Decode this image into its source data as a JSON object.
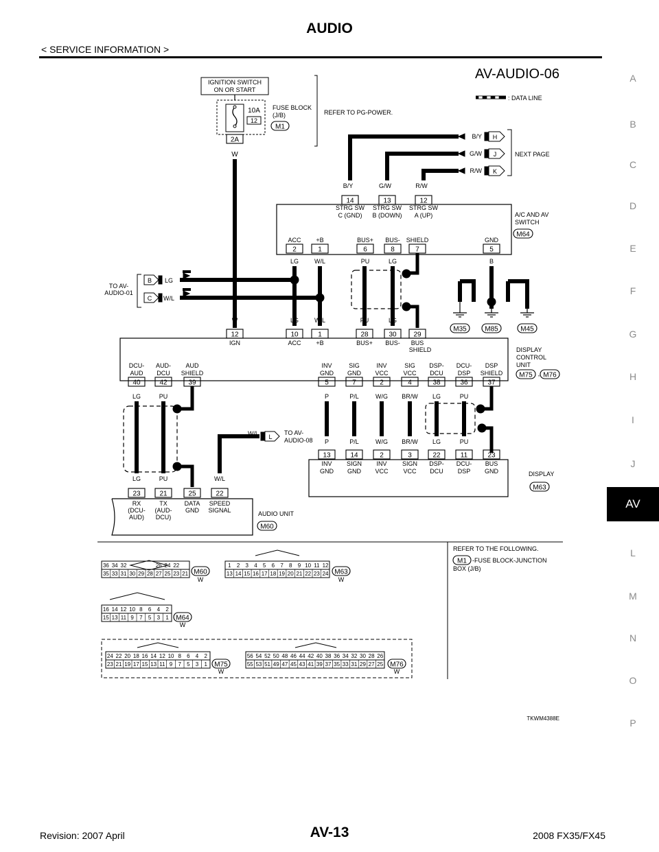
{
  "header": {
    "title": "AUDIO",
    "section": "< SERVICE INFORMATION >"
  },
  "side_index": [
    "A",
    "B",
    "C",
    "D",
    "E",
    "F",
    "G",
    "H",
    "I",
    "J",
    "AV",
    "L",
    "M",
    "N",
    "O",
    "P"
  ],
  "footer": {
    "revision": "Revision: 2007 April",
    "page": "AV-13",
    "model": "2008 FX35/FX45"
  },
  "diagram": {
    "id": "AV-AUDIO-06",
    "legend_data_line": ": DATA LINE",
    "ignition_switch": [
      "IGNITION SWITCH",
      "ON OR START"
    ],
    "fuse": {
      "amp": "10A",
      "no": "12",
      "block": [
        "FUSE BLOCK",
        "(J/B)"
      ],
      "connector": "M1",
      "terminal": "2A",
      "wire": "W",
      "refer": "REFER TO PG-POWER."
    },
    "next_page": {
      "label": "NEXT PAGE",
      "rows": [
        {
          "color": "B/Y",
          "pin": "H"
        },
        {
          "color": "G/W",
          "pin": "J"
        },
        {
          "color": "R/W",
          "pin": "K"
        }
      ]
    },
    "av_switch": {
      "name": [
        "A/C AND AV",
        "SWITCH"
      ],
      "connector": "M64",
      "top_pins": [
        {
          "color": "B/Y",
          "pin": "14",
          "l1": "STRG SW",
          "l2": "C (GND)"
        },
        {
          "color": "G/W",
          "pin": "13",
          "l1": "STRG SW",
          "l2": "B (DOWN)"
        },
        {
          "color": "R/W",
          "pin": "12",
          "l1": "STRG SW",
          "l2": "A (UP)"
        }
      ],
      "bottom_pins": [
        {
          "label": "ACC",
          "pin": "2",
          "color": "LG"
        },
        {
          "label": "+B",
          "pin": "1",
          "color": "W/L"
        },
        {
          "label": "BUS+",
          "pin": "6",
          "color": "PU"
        },
        {
          "label": "BUS-",
          "pin": "8",
          "color": "LG"
        },
        {
          "label": "SHIELD",
          "pin": "7",
          "color": ""
        },
        {
          "label": "GND",
          "pin": "5",
          "color": "B"
        }
      ]
    },
    "to_av_audio_01": {
      "label": [
        "TO AV-",
        "AUDIO-01"
      ],
      "rows": [
        {
          "pin": "B",
          "color": "LG"
        },
        {
          "pin": "C",
          "color": "W/L"
        }
      ]
    },
    "grounds": {
      "wires": [
        "B",
        "B",
        "B",
        "B",
        "B"
      ],
      "points": [
        "M35",
        "M85",
        "M45"
      ]
    },
    "display_control": {
      "name": [
        "DISPLAY",
        "CONTROL",
        "UNIT"
      ],
      "connectors": [
        "M75",
        "M76"
      ],
      "sep": ",",
      "top_pins": [
        {
          "color": "W",
          "pin": "12",
          "label": "IGN"
        },
        {
          "color": "LG",
          "pin": "10",
          "label": "ACC"
        },
        {
          "color": "W/L",
          "pin": "1",
          "label": "+B"
        },
        {
          "color": "PU",
          "pin": "28",
          "label": "BUS+"
        },
        {
          "color": "LG",
          "pin": "30",
          "label": "BUS-"
        },
        {
          "color": "",
          "pin": "29",
          "label": "BUS",
          "label2": "SHIELD"
        }
      ],
      "bottom_left": [
        {
          "l1": "DCU-",
          "l2": "AUD",
          "pin": "40",
          "color": "LG"
        },
        {
          "l1": "AUD-",
          "l2": "DCU",
          "pin": "42",
          "color": "PU"
        },
        {
          "l1": "AUD",
          "l2": "SHIELD",
          "pin": "39",
          "color": ""
        }
      ],
      "bottom_right": [
        {
          "l1": "INV",
          "l2": "GND",
          "pin": "5",
          "color": "P"
        },
        {
          "l1": "SIG",
          "l2": "GND",
          "pin": "7",
          "color": "P/L"
        },
        {
          "l1": "INV",
          "l2": "VCC",
          "pin": "2",
          "color": "W/G"
        },
        {
          "l1": "SIG",
          "l2": "VCC",
          "pin": "4",
          "color": "BR/W"
        },
        {
          "l1": "DSP-",
          "l2": "DCU",
          "pin": "38",
          "color": "LG"
        },
        {
          "l1": "DCU-",
          "l2": "DSP",
          "pin": "36",
          "color": "PU"
        },
        {
          "l1": "DSP",
          "l2": "SHIELD",
          "pin": "37",
          "color": ""
        }
      ]
    },
    "to_av_audio_08": {
      "color": "W/L",
      "pin": "L",
      "label": [
        "TO AV-",
        "AUDIO-08"
      ]
    },
    "display": {
      "name": "DISPLAY",
      "connector": "M63",
      "pins": [
        {
          "color": "P",
          "pin": "13",
          "l1": "INV",
          "l2": "GND"
        },
        {
          "color": "P/L",
          "pin": "14",
          "l1": "SIGN",
          "l2": "GND"
        },
        {
          "color": "W/G",
          "pin": "2",
          "l1": "INV",
          "l2": "VCC"
        },
        {
          "color": "BR/W",
          "pin": "3",
          "l1": "SIGN",
          "l2": "VCC"
        },
        {
          "color": "LG",
          "pin": "22",
          "l1": "DSP-",
          "l2": "DCU"
        },
        {
          "color": "PU",
          "pin": "11",
          "l1": "DCU-",
          "l2": "DSP"
        },
        {
          "color": "",
          "pin": "23",
          "l1": "BUS",
          "l2": "GND"
        }
      ]
    },
    "audio_unit": {
      "name": "AUDIO UNIT",
      "connector": "M60",
      "pins": [
        {
          "color": "LG",
          "pin": "23",
          "l1": "RX",
          "l2": "(DCU-",
          "l3": "AUD)"
        },
        {
          "color": "PU",
          "pin": "21",
          "l1": "TX",
          "l2": "(AUD-",
          "l3": "DCU)"
        },
        {
          "color": "",
          "pin": "25",
          "l1": "DATA",
          "l2": "GND",
          "l3": ""
        },
        {
          "color": "W/L",
          "pin": "22",
          "l1": "SPEED",
          "l2": "SIGNAL",
          "l3": ""
        }
      ]
    },
    "connector_views": {
      "m60": {
        "name": "M60",
        "color": "W",
        "top": [
          "36",
          "34",
          "32",
          "",
          "",
          "",
          "26",
          "24",
          "22"
        ],
        "bottom": [
          "35",
          "33",
          "31",
          "30",
          "29",
          "28",
          "27",
          "25",
          "23",
          "21"
        ]
      },
      "m63": {
        "name": "M63",
        "color": "W",
        "top": [
          "1",
          "2",
          "3",
          "4",
          "5",
          "6",
          "7",
          "8",
          "9",
          "10",
          "11",
          "12"
        ],
        "bottom": [
          "13",
          "14",
          "15",
          "16",
          "17",
          "18",
          "19",
          "20",
          "21",
          "22",
          "23",
          "24"
        ]
      },
      "m64": {
        "name": "M64",
        "color": "W",
        "top": [
          "16",
          "14",
          "12",
          "10",
          "8",
          "6",
          "4",
          "2"
        ],
        "bottom": [
          "15",
          "13",
          "11",
          "9",
          "7",
          "5",
          "3",
          "1"
        ]
      },
      "m75": {
        "name": "M75",
        "color": "W",
        "top": [
          "24",
          "22",
          "20",
          "18",
          "16",
          "14",
          "12",
          "10",
          "8",
          "6",
          "4",
          "2"
        ],
        "bottom": [
          "23",
          "21",
          "19",
          "17",
          "15",
          "13",
          "11",
          "9",
          "7",
          "5",
          "3",
          "1"
        ]
      },
      "m76": {
        "name": "M76",
        "color": "W",
        "top": [
          "56",
          "54",
          "52",
          "50",
          "48",
          "46",
          "44",
          "42",
          "40",
          "38",
          "36",
          "34",
          "32",
          "30",
          "28",
          "26"
        ],
        "bottom": [
          "55",
          "53",
          "51",
          "49",
          "47",
          "45",
          "43",
          "41",
          "39",
          "37",
          "35",
          "33",
          "31",
          "29",
          "27",
          "25"
        ]
      }
    },
    "refer": {
      "title": "REFER TO THE FOLLOWING.",
      "connector": "M1",
      "text1": "-FUSE BLOCK-JUNCTION",
      "text2": "BOX (J/B)"
    },
    "figure_id": "TKWM4388E"
  }
}
